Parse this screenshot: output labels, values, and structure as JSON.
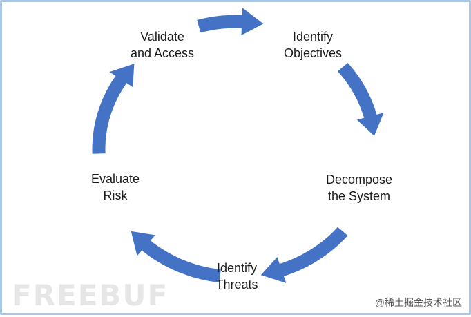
{
  "diagram": {
    "steps": [
      {
        "line1": "Identify",
        "line2": "Objectives"
      },
      {
        "line1": "Decompose",
        "line2": "the System"
      },
      {
        "line1": "Identify",
        "line2": "Threats"
      },
      {
        "line1": "Evaluate",
        "line2": "Risk"
      },
      {
        "line1": "Validate",
        "line2": "and Access"
      }
    ],
    "arrow_color": "#4472c4",
    "border_color": "#a9c6e4"
  },
  "watermark": {
    "text": "FREEBUF",
    "credit": "@稀土掘金技术社区"
  }
}
